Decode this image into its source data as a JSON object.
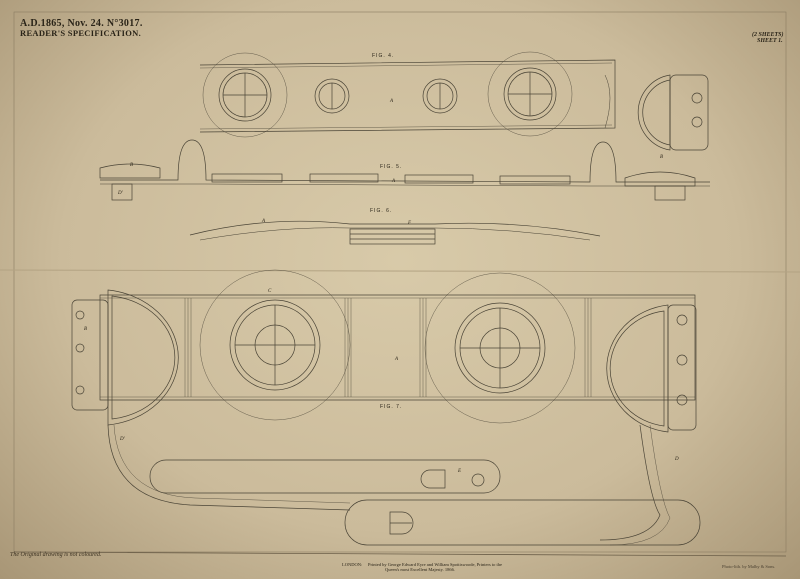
{
  "header": {
    "title": "A.D.1865, Nov. 24. N°3017.",
    "subtitle": "READER'S SPECIFICATION.",
    "sheets": "(2 SHEETS)",
    "sheet_no": "SHEET 1."
  },
  "figures": {
    "fig4": "FIG. 4.",
    "fig5": "FIG. 5.",
    "fig6": "FIG. 6.",
    "fig7": "FIG. 7."
  },
  "labels": {
    "a": "A",
    "b": "B",
    "c": "C",
    "d": "D",
    "d_prime": "D'",
    "e": "E",
    "f": "F"
  },
  "footer": {
    "note": "The Original drawing is not coloured.",
    "london": "LONDON:",
    "printer_line1": "Printed by George Edward Eyre and William Spottiswoode, Printers to the",
    "printer_line2": "Queen's most Excellent Majesty. 1866.",
    "lithographer": "Photo-lith. by Malby & Sons."
  },
  "colors": {
    "paper": "#cbbb9b",
    "ink": "#4a4436"
  }
}
